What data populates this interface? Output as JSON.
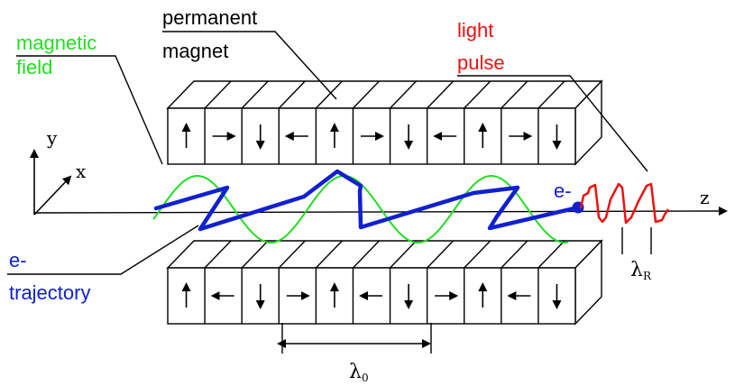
{
  "labels": {
    "magnetic_field_line1": "magnetic",
    "magnetic_field_line2": "field",
    "permanent_magnet_line1": "permanent",
    "permanent_magnet_line2": "magnet",
    "light_pulse_line1": "light",
    "light_pulse_line2": "pulse",
    "electron": "e-",
    "trajectory_line1": "e-",
    "trajectory_line2": "trajectory",
    "axis_x": "x",
    "axis_y": "y",
    "axis_z": "z",
    "period_symbol": "λ",
    "period_subscript": "0",
    "radiation_symbol": "λ",
    "radiation_subscript": "R"
  },
  "magnets": {
    "top_arrows": [
      "up",
      "right",
      "down",
      "left",
      "up",
      "right",
      "down",
      "left",
      "up",
      "right",
      "down"
    ],
    "bottom_arrows": [
      "up",
      "left",
      "down",
      "right",
      "up",
      "left",
      "down",
      "right",
      "up",
      "left",
      "down"
    ]
  },
  "colors": {
    "magnetic_field": "#22dd22",
    "trajectory": "#1020d0",
    "light_pulse": "#ee1111",
    "outline": "#000000"
  }
}
